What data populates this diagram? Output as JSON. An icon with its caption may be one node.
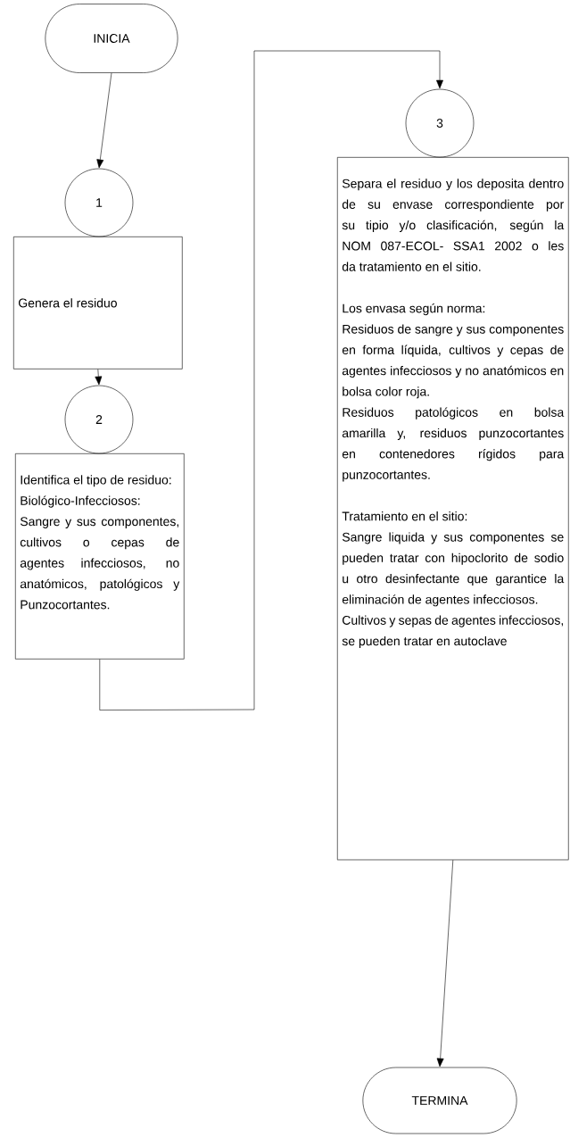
{
  "diagram": {
    "nodes": [
      {
        "text": [
          "INICIA"
        ]
      },
      {
        "text": [
          "1"
        ]
      },
      {
        "text": [
          "Genera el residuo"
        ]
      },
      {
        "text": [
          "2"
        ]
      },
      {
        "text": [
          "Identifica el tipo de residuo:",
          "Biológico-Infecciosos:",
          "Sangre y sus componentes, cultivos o cepas de agentes infecciosos, no anatómicos, patológicos y Punzocortantes."
        ]
      },
      {
        "text": [
          "3"
        ]
      },
      {
        "text": [
          "Separa el residuo y los deposita dentro de su envase correspondiente por su tipio y/o clasificación, según la NOM 087-ECOL- SSA1 2002 o les da tratamiento en el sitio.",
          "Los envasa según norma:",
          "Residuos de sangre y sus componentes en forma líquida, cultivos y cepas de agentes infecciosos y no anatómicos en bolsa color roja.",
          "Residuos patológicos en bolsa amarilla y, residuos punzocortantes en contenedores rígidos para punzocortantes.",
          "Tratamiento en el sitio:",
          "Sangre liquida y sus componentes se pueden tratar con hipoclorito de sodio u otro desinfectante que garantice la eliminación de agentes infecciosos.",
          "Cultivos y sepas de agentes infecciosos, se pueden tratar en autoclave"
        ]
      },
      {
        "text": [
          "TERMINA"
        ]
      }
    ],
    "edges": [
      {
        "from": 0,
        "to": 1,
        "arrow": "to"
      },
      {
        "from": 2,
        "to": 3,
        "arrow": "to"
      },
      {
        "from": 4,
        "to": 5,
        "arrow": "to"
      },
      {
        "from": 6,
        "to": 7,
        "arrow": "to"
      }
    ]
  }
}
